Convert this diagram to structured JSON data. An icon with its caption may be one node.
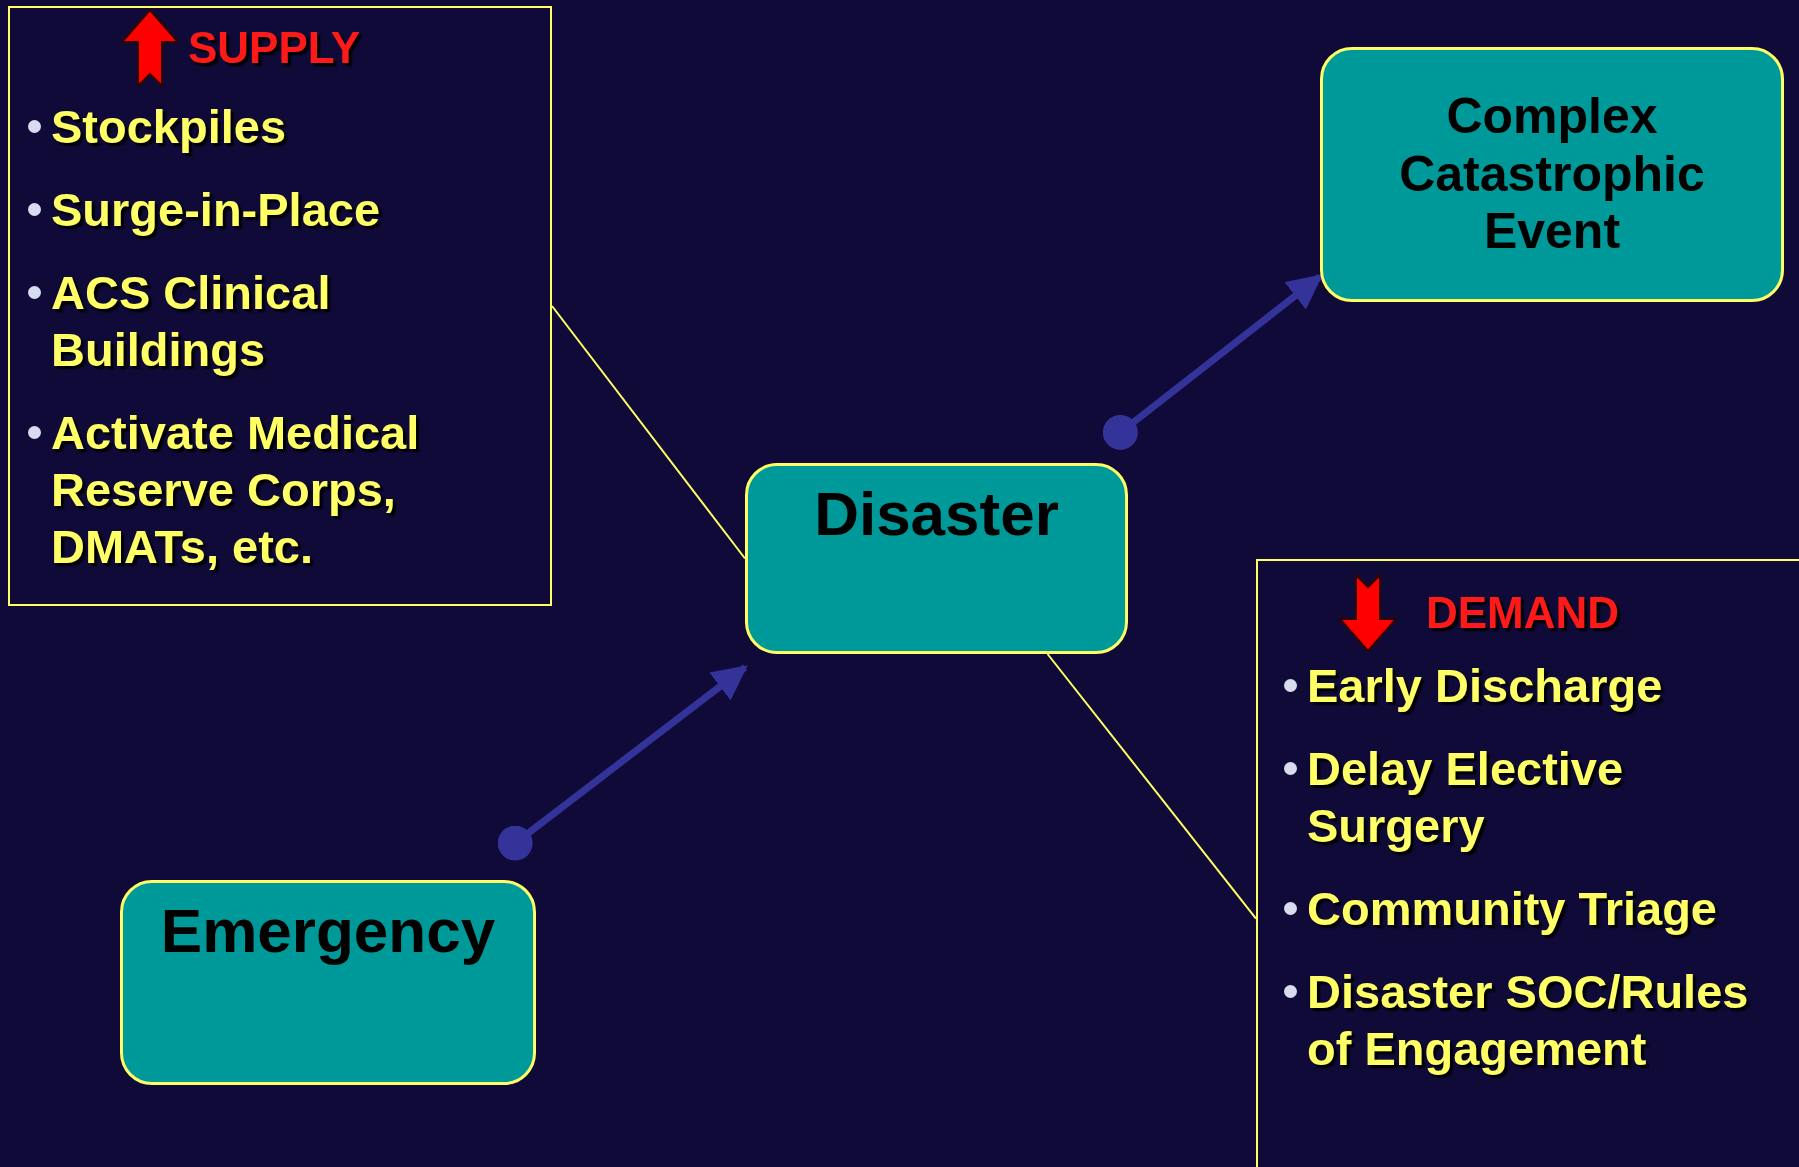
{
  "diagram": {
    "nodes": [
      {
        "text": [
          "SUPPLY",
          "Stockpiles",
          "Surge-in-Place",
          "ACS Clinical Buildings",
          "Activate Medical Reserve Corps, DMATs, etc."
        ]
      },
      {
        "text": [
          "Disaster"
        ]
      },
      {
        "text": [
          "Complex Catastrophic Event"
        ]
      },
      {
        "text": [
          "Emergency"
        ]
      },
      {
        "text": [
          "DEMAND",
          "Early Discharge",
          "Delay Elective Surgery",
          "Community Triage",
          "Disaster SOC/Rules of Engagement"
        ]
      }
    ],
    "edges": [
      {
        "from": 3,
        "to": 1,
        "arrow": "to",
        "style": "thick",
        "color": "#333399"
      },
      {
        "from": 1,
        "to": 2,
        "arrow": "to",
        "style": "thick",
        "color": "#333399"
      },
      {
        "from": 0,
        "to": 1,
        "arrow": "none",
        "color": "#ffff66"
      },
      {
        "from": 1,
        "to": 4,
        "arrow": "none",
        "color": "#ffff66"
      }
    ]
  }
}
